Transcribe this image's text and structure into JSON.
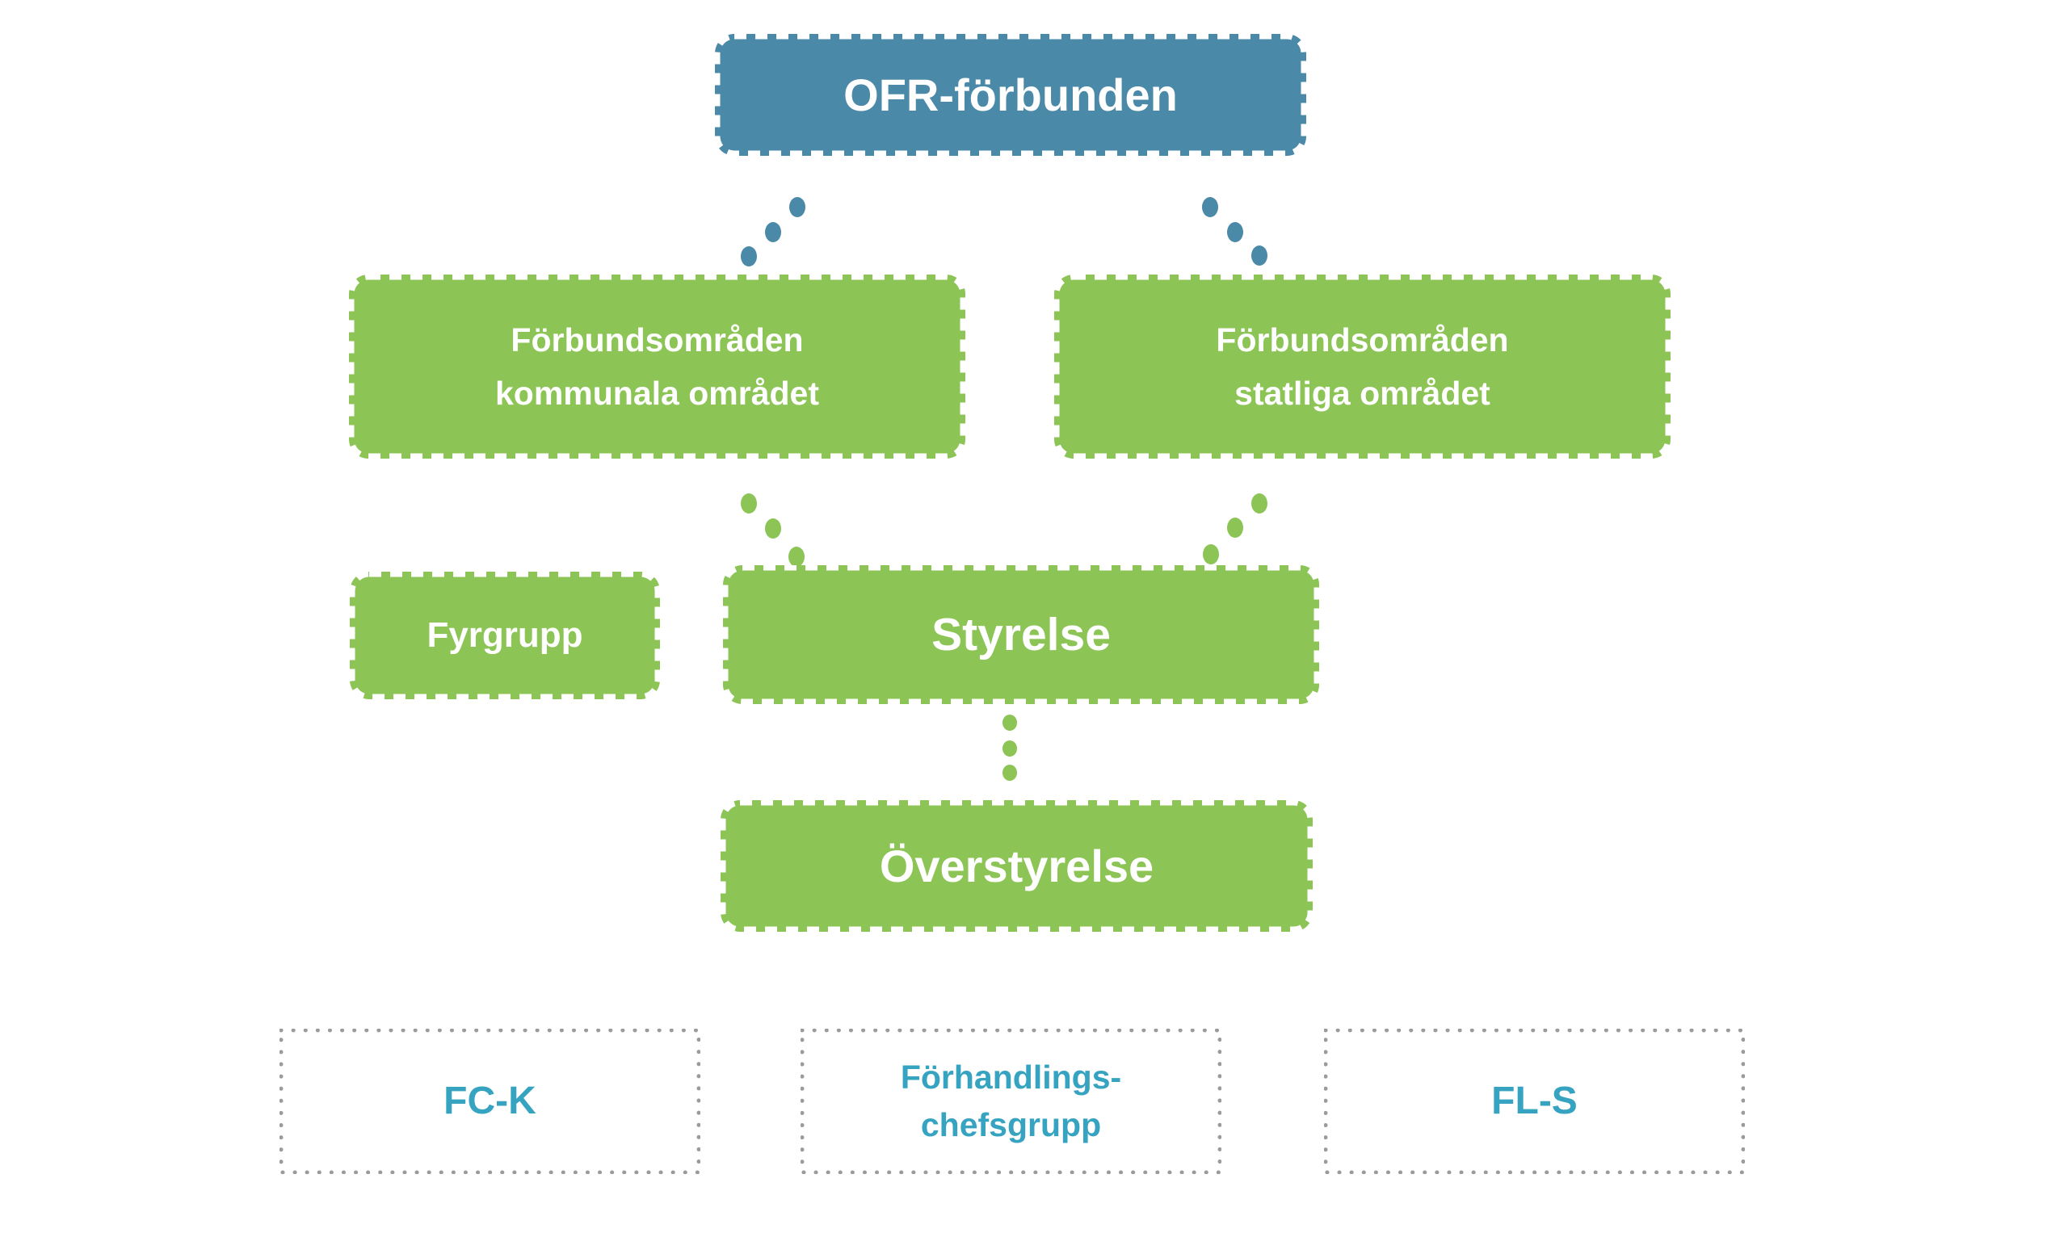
{
  "colors": {
    "blue": "#4b89a8",
    "green": "#8cc455",
    "teal": "#36a3c1",
    "dot_gray": "#9b9b9b",
    "label_white": "#ffffff"
  },
  "nodes": {
    "ofr": {
      "label": "OFR-förbunden"
    },
    "kommunala": {
      "line1": "Förbundsområden",
      "line2": "kommunala området"
    },
    "statliga": {
      "line1": "Förbundsområden",
      "line2": "statliga området"
    },
    "fyrgrupp": {
      "label": "Fyrgrupp"
    },
    "styrelse": {
      "label": "Styrelse"
    },
    "overstyrelse": {
      "label": "Överstyrelse"
    },
    "fck": {
      "label": "FC-K"
    },
    "forhandlingschefsgrupp": {
      "line1": "Förhandlings-",
      "line2": "chefsgrupp"
    },
    "fls": {
      "label": "FL-S"
    }
  }
}
